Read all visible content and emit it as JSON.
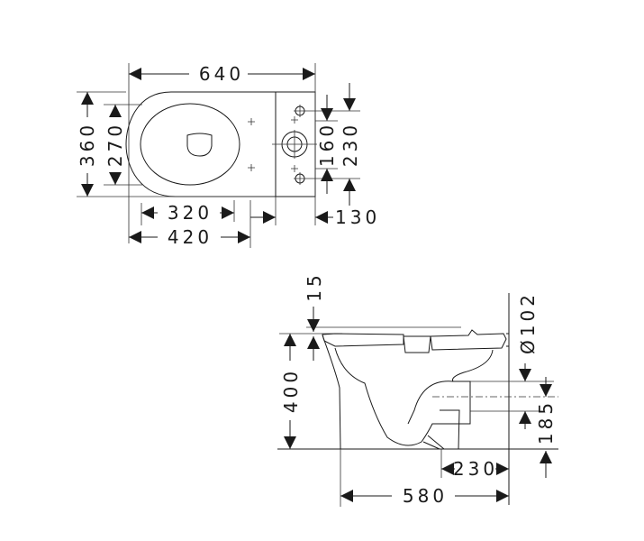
{
  "top_view": {
    "overall_length": "640",
    "overall_width": "360",
    "seat_width": "270",
    "bowl_to_fix": "320",
    "front_to_tank": "420",
    "tank_depth": "130",
    "inlet_spacing": "160",
    "fixing_spacing": "230"
  },
  "side_view": {
    "seat_thickness": "15",
    "height": "400",
    "outlet_diameter": "Ø102",
    "outlet_height": "185",
    "outlet_to_wall": "230",
    "depth": "580"
  }
}
